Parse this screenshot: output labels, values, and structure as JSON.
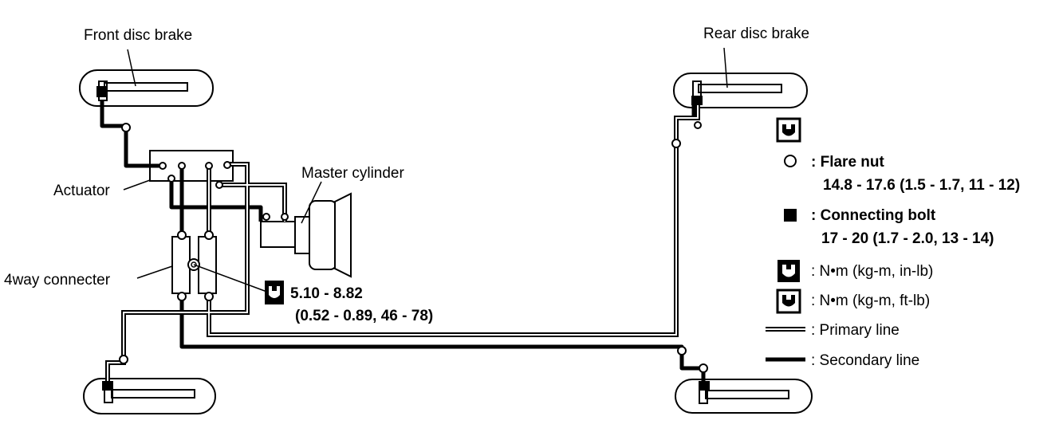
{
  "labels": {
    "front_disc_brake": "Front disc brake",
    "rear_disc_brake": "Rear disc brake",
    "actuator": "Actuator",
    "master_cylinder": "Master cylinder",
    "four_way_connector": "4way connecter"
  },
  "torque_spec": {
    "value": "5.10 - 8.82",
    "alt": "(0.52 - 0.89, 46 - 78)"
  },
  "legend": {
    "flare_nut_label": ": Flare nut",
    "flare_nut_spec": "14.8 - 17.6 (1.5 - 1.7, 11 - 12)",
    "connecting_bolt_label": ": Connecting bolt",
    "connecting_bolt_spec": "17 - 20 (1.7 - 2.0, 13 - 14)",
    "unit_in_lb": ":  N•m  (kg-m,  in-lb)",
    "unit_ft_lb": ":  N•m  (kg-m,  ft-lb)",
    "primary_line": ": Primary line",
    "secondary_line": ": Secondary line"
  }
}
